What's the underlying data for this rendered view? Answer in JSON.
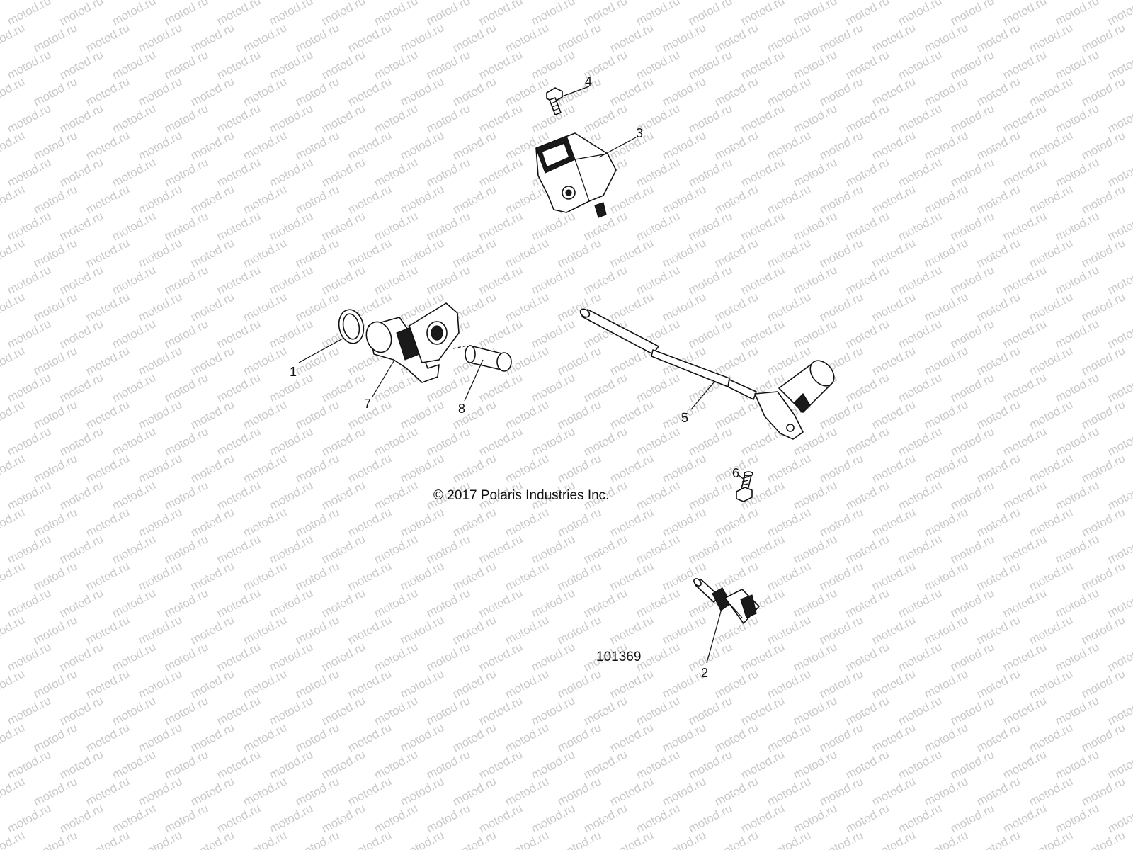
{
  "watermark": {
    "text": "motod.ru"
  },
  "diagram": {
    "copyright": "© 2017 Polaris Industries Inc.",
    "figure_number": "101369",
    "callouts": [
      "1",
      "2",
      "3",
      "4",
      "5",
      "6",
      "7",
      "8"
    ]
  }
}
